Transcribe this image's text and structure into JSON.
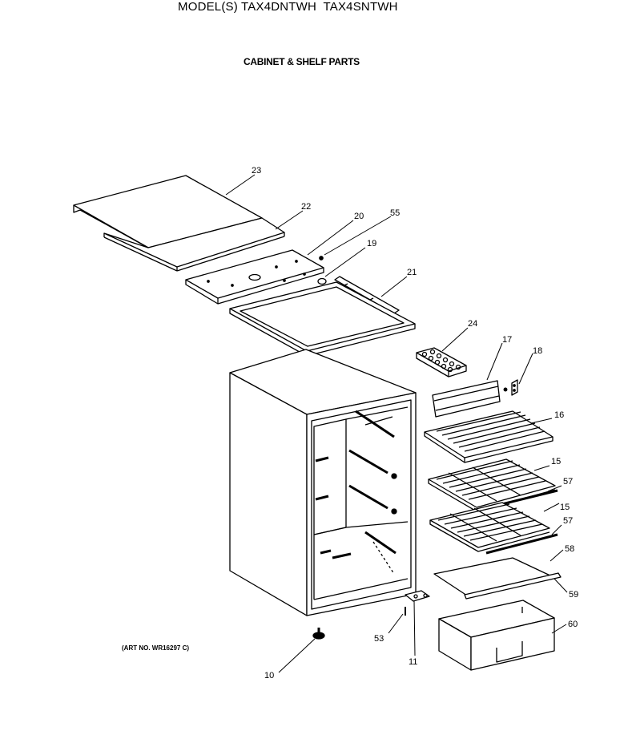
{
  "header": {
    "title": "MODEL(S) TAX4DNTWH  TAX4SNTWH",
    "subtitle": "CABINET & SHELF PARTS"
  },
  "art_number": "(ART NO. WR16297 C)",
  "callouts": {
    "c23": "23",
    "c22": "22",
    "c20": "20",
    "c55": "55",
    "c19": "19",
    "c21": "21",
    "c24": "24",
    "c17": "17",
    "c18": "18",
    "c16": "16",
    "c15a": "15",
    "c57a": "57",
    "c15b": "15",
    "c57b": "57",
    "c58": "58",
    "c59": "59",
    "c60": "60",
    "c53": "53",
    "c11": "11",
    "c10": "10"
  }
}
